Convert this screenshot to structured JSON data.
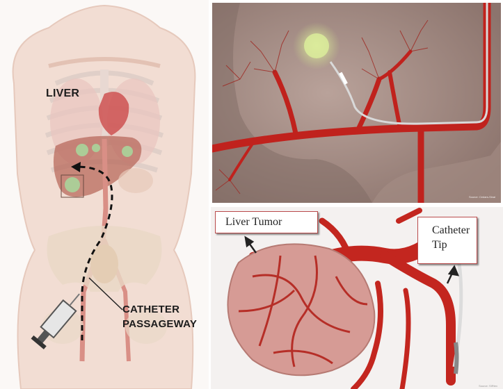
{
  "left_panel": {
    "liver_label": "LIVER",
    "catheter_label_line1": "CATHETER",
    "catheter_label_line2": "PASSAGEWAY"
  },
  "top_right_panel": {
    "source_note": "Source: Cedars-Sinai"
  },
  "bottom_right_panel": {
    "tumor_callout": "Liver Tumor",
    "tip_callout_line1": "Catheter",
    "tip_callout_line2": "Tip",
    "source_note": "Source: SIRtex"
  },
  "colors": {
    "artery_red": "#c0221d",
    "liver_tissue": "#a08a84",
    "body_skin": "#f1ddd2",
    "callout_border": "#b94a4a"
  }
}
